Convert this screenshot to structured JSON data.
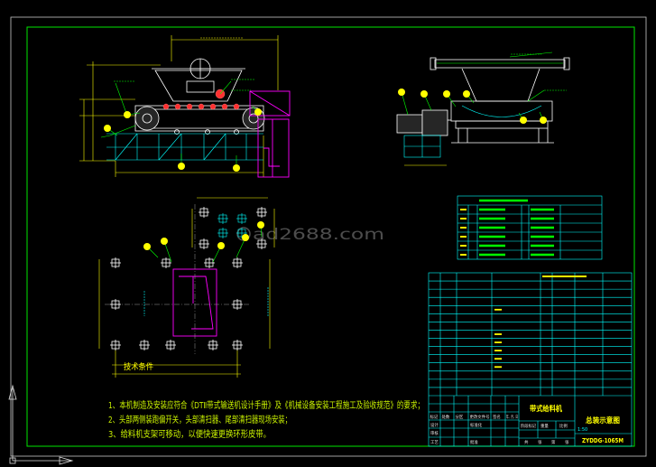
{
  "notes": {
    "heading": "技术条件",
    "lines": [
      "1、本机制造及安装应符合《DTⅡ带式输送机设计手册》及《机械设备安装工程施工及验收规范》的要求；",
      "2、头部两侧装跑偏开关，头部清扫器、尾部清扫器现场安装；",
      "3、给料机支架可移动，以便快速更换环形皮带。"
    ]
  },
  "title_block": {
    "product_name": "带式给料机",
    "drawing_title": "总装示意图",
    "drawing_number": "ZYDDG-1065M",
    "scale": "1:50",
    "revision_headers": [
      "标记",
      "处数",
      "分区",
      "更改文件号",
      "签名",
      "年、月、日"
    ],
    "roles": {
      "design": "设计",
      "standardization": "标准化",
      "review": "审核",
      "process": "工艺",
      "approval": "批准"
    },
    "stage_headers": [
      "阶段标记",
      "重量",
      "比例"
    ],
    "sheet_labels": [
      "共",
      "张",
      "第",
      "张"
    ]
  },
  "watermark": "ad2688.com",
  "colors": {
    "background": "#000000",
    "outer_border": "#c8c8c8",
    "frame": "#00e600",
    "geometry": "#ffffff",
    "dimension": "#ffff00",
    "chute": "#ff00ff",
    "table": "#00ffff",
    "label": "#00ff00",
    "notes": "#c8f000",
    "heading": "#ffff00",
    "title_text": "#ffff00",
    "watermark": "#4d4d4d"
  }
}
